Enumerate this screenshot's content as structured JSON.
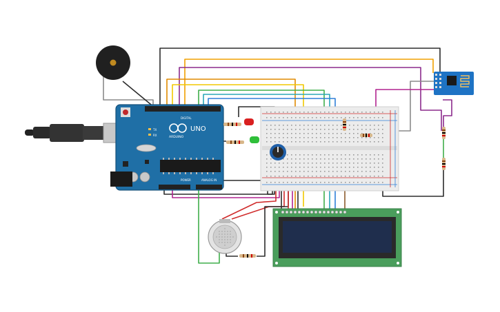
{
  "arduino": {
    "brand": "UNO",
    "logo_text": "ARDUINO",
    "digital_label": "DIGITAL",
    "power_label": "POWER",
    "analog_label": "ANALOG IN",
    "tx_label": "TX",
    "rx_label": "RX"
  },
  "colors": {
    "board": "#1f6fa6",
    "breadboard": "#ececec",
    "lcd_pcb": "#4a9e5c",
    "lcd_screen": "#1f2e4d",
    "wire_black": "#2b2b2b",
    "wire_orange": "#f0a000",
    "wire_yellow": "#f2c800",
    "wire_purple": "#8b2a8c",
    "wire_magenta": "#b0238f",
    "wire_green": "#3fae4a",
    "wire_blue": "#2f7fd8",
    "wire_cyan": "#2aa7b8",
    "wire_gray": "#8a8a8a",
    "wire_red": "#d02b2b",
    "wire_brown": "#8b5a2b",
    "led_red": "#d92020",
    "led_green": "#2fbf3a",
    "esp_module": "#1e73c4"
  },
  "components": [
    {
      "id": "buzzer",
      "icon": "piezo-buzzer-icon"
    },
    {
      "id": "usb",
      "icon": "usb-cable-icon"
    },
    {
      "id": "potentiometer",
      "icon": "knob-icon"
    },
    {
      "id": "gas-sensor",
      "icon": "gas-sensor-icon"
    },
    {
      "id": "esp8266",
      "icon": "wifi-module-icon"
    }
  ]
}
